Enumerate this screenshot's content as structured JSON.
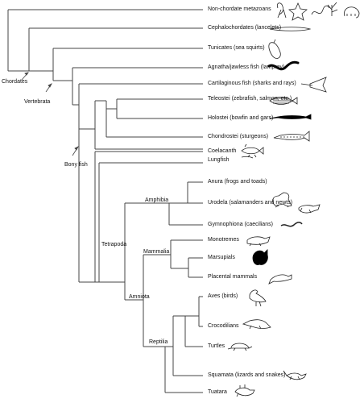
{
  "taxa": [
    {
      "key": "nonchordate",
      "label": "Non-chordate metazoans",
      "icon": "non-chordate-animals-icon"
    },
    {
      "key": "cephalochordates",
      "label": "Cephalochordates (lancelets)",
      "icon": "lancelet-icon"
    },
    {
      "key": "tunicates",
      "label": "Tunicates (sea squirts)",
      "icon": "sea-squirt-icon"
    },
    {
      "key": "agnatha",
      "label": "Agnatha/jawless fish (lamprey)",
      "icon": "lamprey-icon"
    },
    {
      "key": "cartilaginous",
      "label": "Cartilaginous fish (sharks and rays)",
      "icon": "ray-icon"
    },
    {
      "key": "teleostei",
      "label": "Teleostei (zebrafish, salmon, etc.)",
      "icon": "zebrafish-icon"
    },
    {
      "key": "holostei",
      "label": "Holostei (bowfin and gars)",
      "icon": "gar-icon"
    },
    {
      "key": "chondrostei",
      "label": "Chondrostei (sturgeons)",
      "icon": "sturgeon-icon"
    },
    {
      "key": "coelacanth",
      "label": "Coelacanth",
      "icon": "coelacanth-icon"
    },
    {
      "key": "lungfish",
      "label": "Lungfish",
      "icon": "lungfish-icon"
    },
    {
      "key": "anura",
      "label": "Anura (frogs and toads)",
      "icon": "frog-icon"
    },
    {
      "key": "urodela",
      "label": "Urodela (salamanders and newts)",
      "icon": "salamander-icon"
    },
    {
      "key": "gymnophiona",
      "label": "Gymnophiona (caecilians)",
      "icon": "caecilian-icon"
    },
    {
      "key": "monotremes",
      "label": "Monotremes",
      "icon": "platypus-icon"
    },
    {
      "key": "marsupials",
      "label": "Marsupials",
      "icon": "possum-icon"
    },
    {
      "key": "placental",
      "label": "Placental mammals",
      "icon": "ferret-icon"
    },
    {
      "key": "aves",
      "label": "Aves (birds)",
      "icon": "bird-icon"
    },
    {
      "key": "crocodilians",
      "label": "Crocodilians",
      "icon": "crocodile-icon"
    },
    {
      "key": "turtles",
      "label": "Turtles",
      "icon": "turtle-icon"
    },
    {
      "key": "squamata",
      "label": "Squamata (lizards and snakes)",
      "icon": "lizard-icon"
    },
    {
      "key": "tuatara",
      "label": "Tuatara",
      "icon": "tuatara-icon"
    }
  ],
  "clades": [
    {
      "key": "chordates",
      "label": "Chordates"
    },
    {
      "key": "vertebrata",
      "label": "Vertebrata"
    },
    {
      "key": "bony_fish",
      "label": "Bony fish"
    },
    {
      "key": "amphibia",
      "label": "Amphibia"
    },
    {
      "key": "tetrapoda",
      "label": "Tetrapoda"
    },
    {
      "key": "mammalia",
      "label": "Mammalia"
    },
    {
      "key": "amniota",
      "label": "Amniota"
    },
    {
      "key": "reptilia",
      "label": "Reptilia"
    }
  ]
}
